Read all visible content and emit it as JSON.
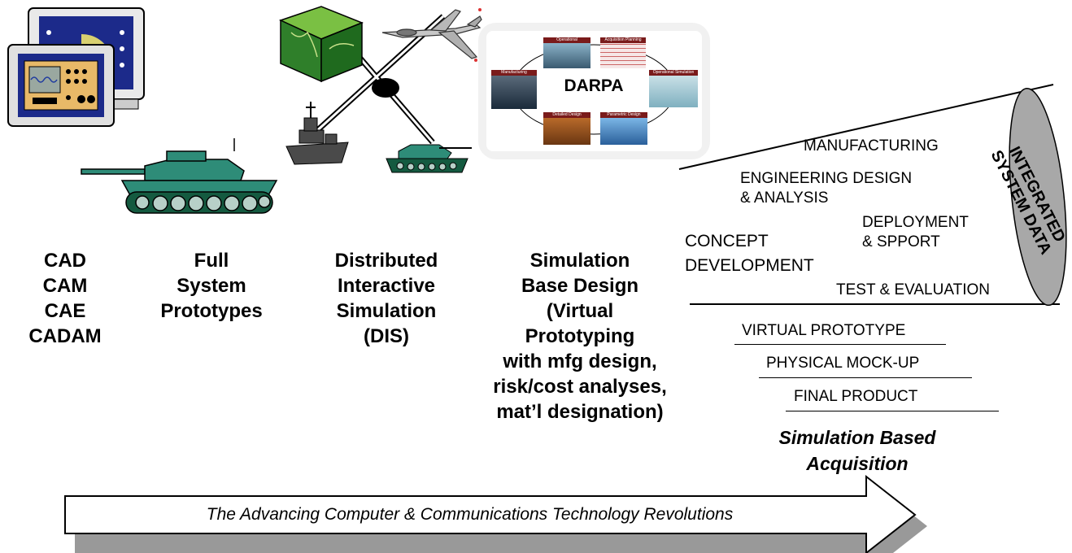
{
  "stages": [
    {
      "id": "cad",
      "lines": [
        "CAD",
        "CAM",
        "CAE",
        "CADAM"
      ]
    },
    {
      "id": "prototypes",
      "lines": [
        "Full",
        "System",
        "Prototypes"
      ]
    },
    {
      "id": "dis",
      "lines": [
        "Distributed",
        "Interactive",
        "Simulation",
        "(DIS)"
      ]
    },
    {
      "id": "sbd",
      "lines": [
        "Simulation",
        "Base Design",
        "(Virtual",
        "Prototyping",
        "with mfg design,",
        "risk/cost analyses,",
        "mat’l designation)"
      ]
    }
  ],
  "darpa": {
    "center_label": "DARPA",
    "modules": [
      "Operational",
      "Acquisition Planning",
      "Operational Simulation",
      "Parametric Design",
      "Detailed Design",
      "Manufacturing"
    ]
  },
  "sba": {
    "ellipse_label": [
      "INTEGRATED",
      "SYSTEM DATA"
    ],
    "cone_items": {
      "manufacturing": "MANUFACTURING",
      "eng_design": [
        "ENGINEERING DESIGN",
        "& ANALYSIS"
      ],
      "deployment": [
        "DEPLOYMENT",
        "& SPPORT"
      ],
      "concept": [
        "CONCEPT",
        "DEVELOPMENT"
      ],
      "test_eval": "TEST & EVALUATION"
    },
    "ladder": [
      "VIRTUAL  PROTOTYPE",
      "PHYSICAL MOCK-UP",
      "FINAL PRODUCT"
    ],
    "caption": [
      "Simulation Based",
      "Acquisition"
    ]
  },
  "arrow_text": "The Advancing Computer & Communications Technology Revolutions",
  "colors": {
    "military_green": "#2e8c78",
    "dark_green": "#145a40",
    "ship_gray": "#4a4a4a",
    "monitor_face": "#d8d8f0",
    "ellipse_gray": "#a8a8a8",
    "arrow_shadow": "#999999"
  },
  "icons": [
    "computer-monitors-icon",
    "tank-icon",
    "network-node-icon",
    "aircraft-icon",
    "ship-icon",
    "terrain-box-icon"
  ]
}
